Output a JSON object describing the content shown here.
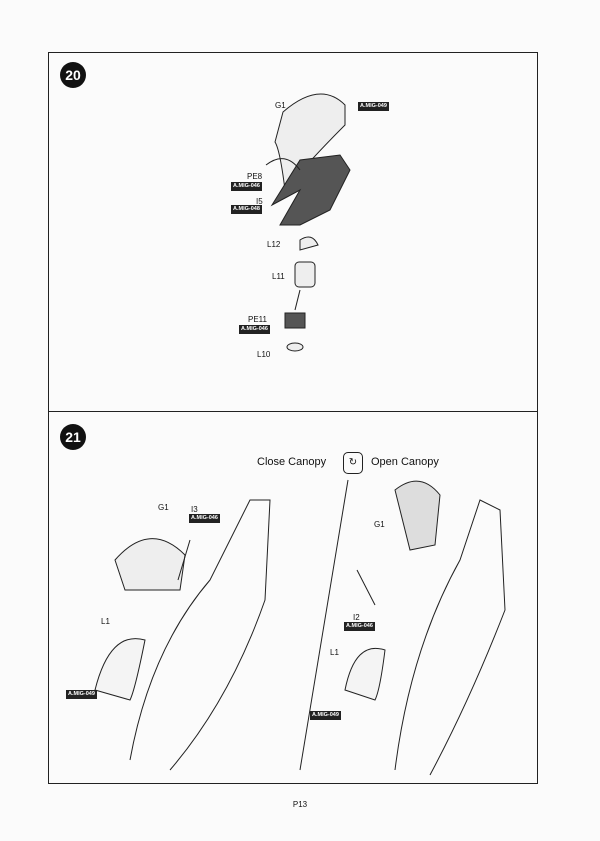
{
  "steps": [
    {
      "number": "20",
      "parts": {
        "g1": "G1",
        "pe8": "PE8",
        "i5": "I5",
        "l12": "L12",
        "l11": "L11",
        "pe11": "PE11",
        "l10": "L10"
      },
      "paints": {
        "g1": "A.MIG-049",
        "pe8": "A.MIG-046",
        "i5": "A.MIG-048",
        "pe11": "A.MIG-046"
      }
    },
    {
      "number": "21",
      "close_label": "Close Canopy",
      "open_label": "Open Canopy",
      "left": {
        "g1": "G1",
        "i3": "I3",
        "i3_paint": "A.MIG-046",
        "l1": "L1",
        "l1_paint": "A.MIG-049"
      },
      "right": {
        "g1": "G1",
        "i2": "I2",
        "i2_paint": "A.MIG-046",
        "l1": "L1",
        "l1_paint": "A.MIG-049"
      }
    }
  ],
  "page_number": "P13"
}
